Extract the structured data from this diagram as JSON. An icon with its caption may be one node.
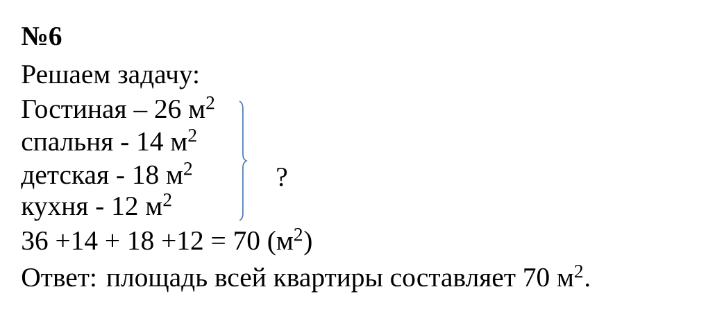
{
  "diagram": {
    "title": "№6",
    "labels": [
      "Решаем задачу:",
      "Гостиная – 26 м$^{2}$",
      "спальня - 14 м$^{2}$",
      "детская - 18 м$^{2}$",
      "кухня - 12 м$^{2}$",
      "?",
      "36 +14 + 18 +12 = 70 (м$^{2}$)",
      "Ответ: площадь всей квартиры составляет 70 м$^{2}$."
    ]
  }
}
